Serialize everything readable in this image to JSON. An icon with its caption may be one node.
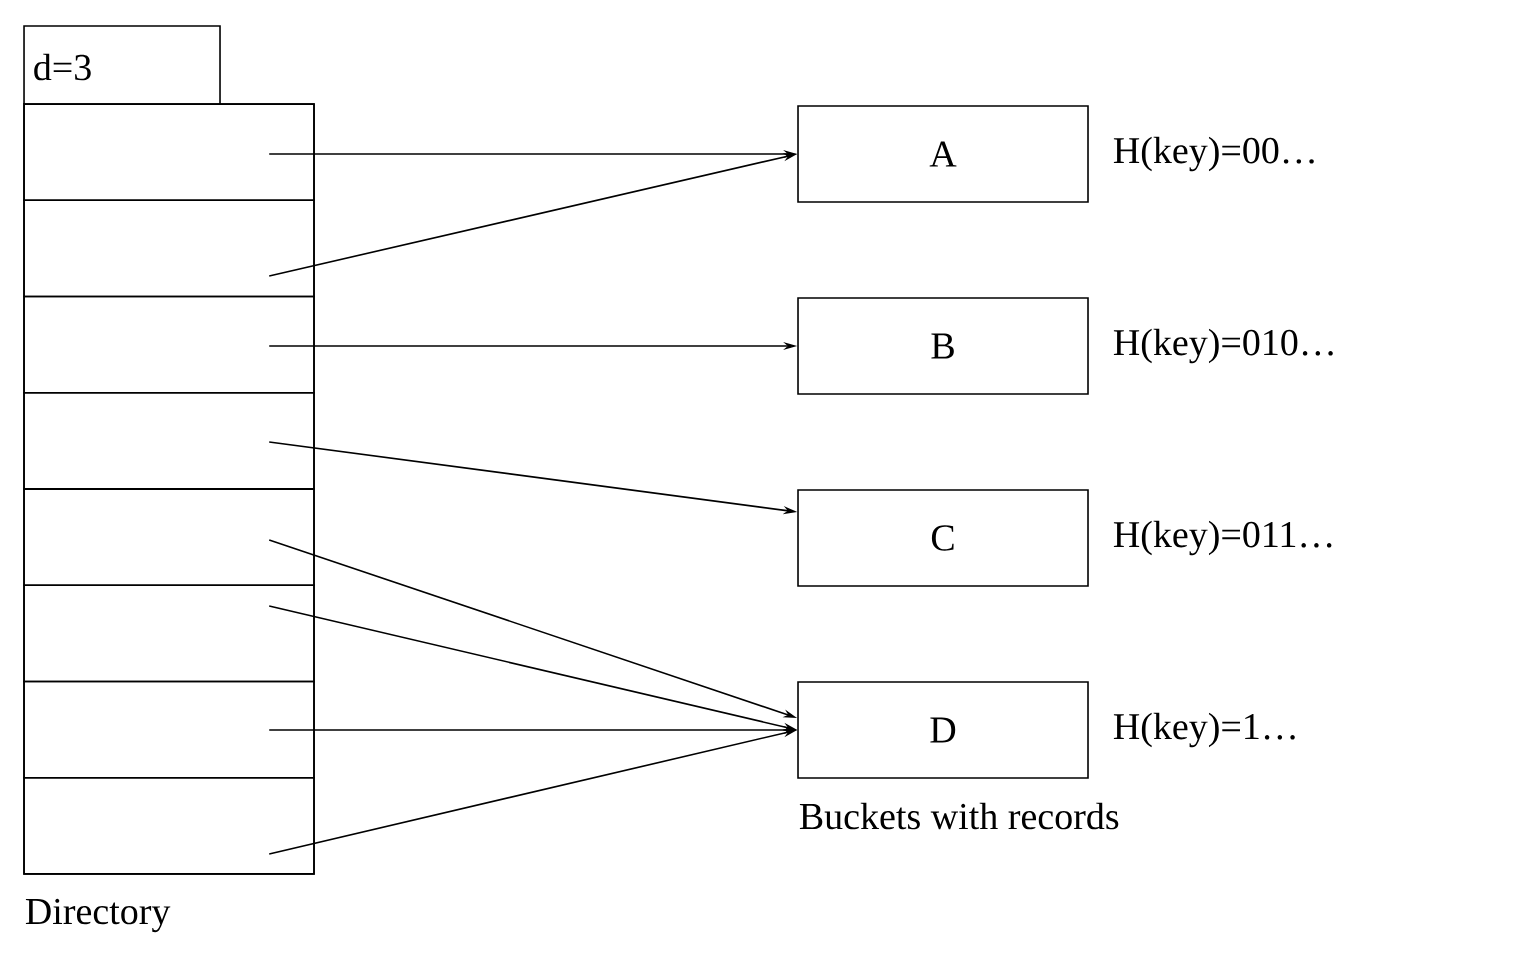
{
  "diagram": {
    "nodes": [
      {
        "text": [
          "d=3"
        ],
        "beside": [
          "Directory"
        ]
      },
      {
        "text": [],
        "shape": "box",
        "in": 0
      },
      {
        "text": [],
        "shape": "box",
        "in": 0
      },
      {
        "text": [],
        "shape": "box",
        "in": 0
      },
      {
        "text": [],
        "shape": "box",
        "in": 0
      },
      {
        "text": [],
        "shape": "box",
        "in": 0
      },
      {
        "text": [],
        "shape": "box",
        "in": 0
      },
      {
        "text": [],
        "shape": "box",
        "in": 0
      },
      {
        "text": [],
        "shape": "box",
        "in": 0
      },
      {
        "text": [
          "A"
        ],
        "beside": [
          "H(key)=00…"
        ]
      },
      {
        "text": [
          "B"
        ],
        "beside": [
          "H(key)=010…"
        ]
      },
      {
        "text": [
          "C"
        ],
        "beside": [
          "H(key)=011…"
        ]
      },
      {
        "text": [
          "D"
        ],
        "beside": [
          "H(key)=1…"
        ]
      }
    ],
    "edges": [
      {
        "from": 1,
        "to": 9,
        "arrow": "to"
      },
      {
        "from": 2,
        "to": 9,
        "arrow": "to"
      },
      {
        "from": 3,
        "to": 10,
        "arrow": "to"
      },
      {
        "from": 4,
        "to": 11,
        "arrow": "to"
      },
      {
        "from": 5,
        "to": 12,
        "arrow": "to"
      },
      {
        "from": 6,
        "to": 12,
        "arrow": "to"
      },
      {
        "from": 7,
        "to": 12,
        "arrow": "to"
      },
      {
        "from": 8,
        "to": 12,
        "arrow": "to"
      }
    ],
    "labels": [
      "Buckets with records"
    ]
  }
}
